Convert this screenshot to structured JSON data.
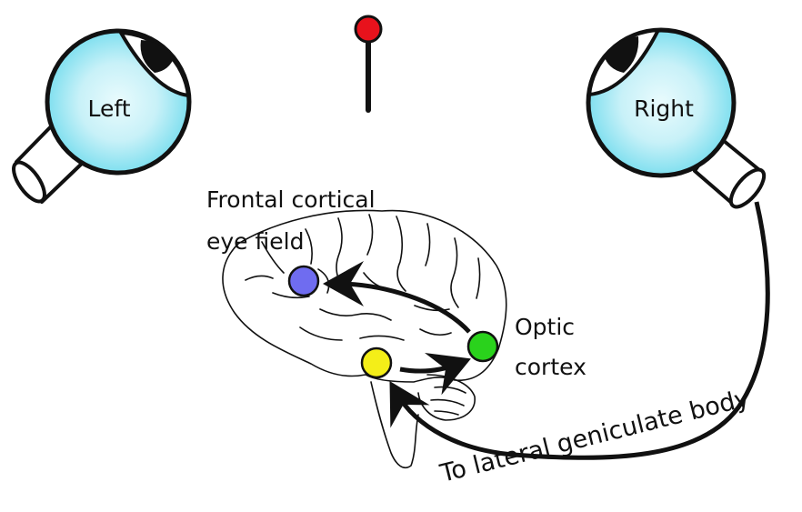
{
  "labels": {
    "left_eye": "Left",
    "right_eye": "Right",
    "frontal_line1": "Frontal cortical",
    "frontal_line2": "eye field",
    "optic_line1": "Optic",
    "optic_line2": "cortex",
    "pathway": "To lateral geniculate body"
  },
  "colors": {
    "eyeball_fill": "#7fdfef",
    "eyeball_center": "#e9fbfd",
    "pupil": "#111111",
    "pin_head": "#e8121c",
    "frontal_eye_field": "#6f6cf0",
    "lateral_geniculate_body": "#f4ee18",
    "optic_cortex": "#2ad21c",
    "lines": "#111111"
  },
  "icons": {
    "left_eye": "eyeball-icon",
    "right_eye": "eyeball-icon",
    "target": "pin-icon",
    "brain": "brain-outline-icon"
  }
}
